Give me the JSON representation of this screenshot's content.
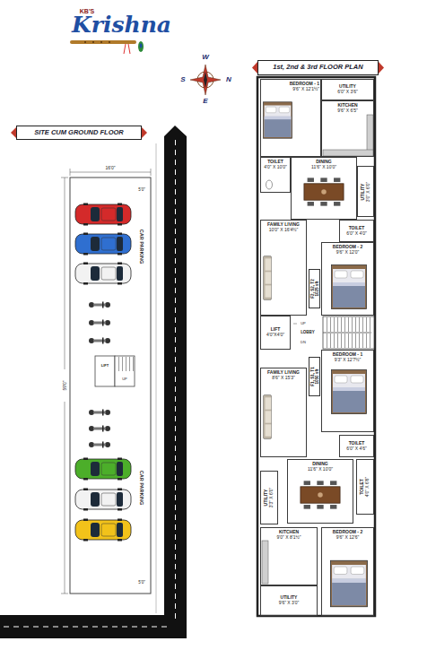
{
  "diagram": {
    "title": "Krishna",
    "nodes": [
      {
        "text": [
          "SITE CUM GROUND FLOOR"
        ]
      },
      {
        "text": [
          "1st, 2nd & 3rd FLOOR PLAN"
        ]
      },
      {
        "text": [
          "UTILITY",
          "6'0\" X 3'6\""
        ]
      },
      {
        "text": [
          "BEDROOM - 1",
          "9'6\" X 12'1½\""
        ]
      },
      {
        "text": [
          "KITCHEN",
          "9'6\" X 6'5\""
        ]
      },
      {
        "text": [
          "TOILET",
          "4'0\" X 10'0\""
        ]
      },
      {
        "text": [
          "DINING",
          "11'6\" X 10'0\""
        ]
      },
      {
        "text": [
          "UTILITY",
          "3'0\" X 6'0\""
        ]
      },
      {
        "text": [
          "TOILET",
          "6'0\" X 4'0\""
        ]
      },
      {
        "text": [
          "FAMILY LIVING",
          "10'0\" X 16'4½\""
        ]
      },
      {
        "text": [
          "F2, S2, T2",
          "1025 sft"
        ]
      },
      {
        "text": [
          "BEDROOM - 2",
          "9'6\" X 12'0\""
        ]
      },
      {
        "text": [
          "LIFT",
          "4'0\"X4'0\""
        ]
      },
      {
        "text": [
          "F1, S1, T1",
          "1050 sft"
        ]
      },
      {
        "text": [
          "BEDROOM - 1",
          "9'3\" X 12'7½\""
        ]
      },
      {
        "text": [
          "FAMILY LIVING",
          "8'6\" X 15'3\""
        ]
      },
      {
        "text": [
          "TOILET",
          "6'0\" X 4'6\""
        ]
      },
      {
        "text": [
          "DINING",
          "11'6\" X 10'0\""
        ]
      },
      {
        "text": [
          "TOILET",
          "4'0\" X 6'6\""
        ]
      },
      {
        "text": [
          "UTILITY",
          "3'3\" X 6'0\""
        ]
      },
      {
        "text": [
          "KITCHEN",
          "9'0\" X 8'1½\""
        ]
      },
      {
        "text": [
          "BEDROOM - 2",
          "9'6\" X 12'6\""
        ]
      },
      {
        "text": [
          "UTILITY",
          "9'6\" X 3'0\""
        ]
      }
    ],
    "labels": [
      "KB'S",
      "W",
      "S",
      "N",
      "E",
      "16'0\"",
      "59'0\"",
      "5'0\"",
      "5'0\"",
      "CAR PARKING",
      "CAR PARKING",
      "LIFT",
      "UP",
      "LOBBY",
      "UP",
      "DN"
    ]
  }
}
